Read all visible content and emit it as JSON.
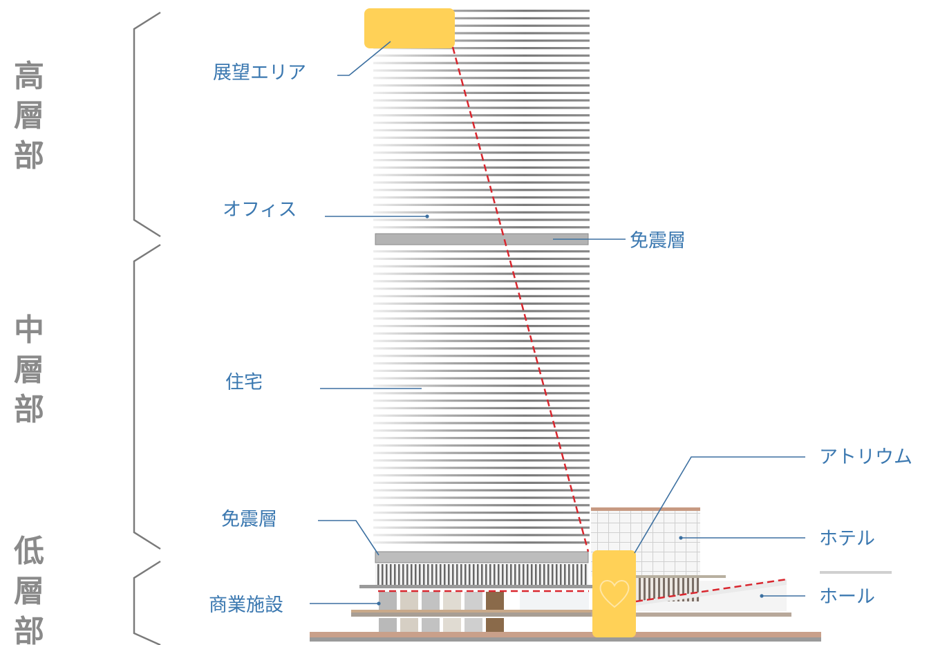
{
  "zones": [
    {
      "label": "高層部",
      "chars": [
        "高",
        "層",
        "部"
      ]
    },
    {
      "label": "中層部",
      "chars": [
        "中",
        "層",
        "部"
      ]
    },
    {
      "label": "低層部",
      "chars": [
        "低",
        "層",
        "部"
      ]
    }
  ],
  "callouts": {
    "observation": "展望エリア",
    "office": "オフィス",
    "isolation_upper": "免震層",
    "residential": "住宅",
    "isolation_lower": "免震層",
    "commercial": "商業施設",
    "atrium": "アトリウム",
    "hotel": "ホテル",
    "hall": "ホール"
  },
  "colors": {
    "label_blue": "#3b78b0",
    "zone_gray": "#8a8a8a",
    "highlight_yellow": "#ffd157",
    "dashed_red": "#d9262e",
    "floor_gray": "#8e8e8e"
  },
  "icons": {
    "atrium_mark": "heart-outline-icon"
  }
}
